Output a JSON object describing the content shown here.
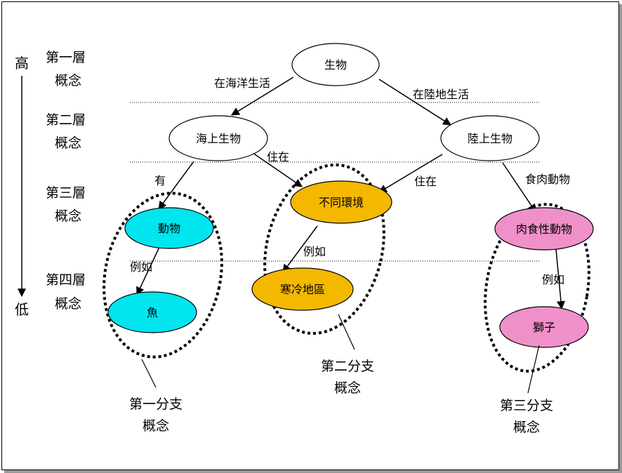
{
  "axis": {
    "high": "高",
    "low": "低"
  },
  "levels": [
    {
      "line1": "第一層",
      "line2": "概念"
    },
    {
      "line1": "第二層",
      "line2": "概念"
    },
    {
      "line1": "第三層",
      "line2": "概念"
    },
    {
      "line1": "第四層",
      "line2": "概念"
    }
  ],
  "nodes": {
    "organism": "生物",
    "marine": "海上生物",
    "land": "陸上生物",
    "animal": "動物",
    "fish": "魚",
    "environment": "不同環境",
    "cold": "寒冷地區",
    "carnivore": "肉食性動物",
    "lion": "獅子"
  },
  "edges": {
    "live_in_ocean": "在海洋生活",
    "live_on_land": "在陸地生活",
    "has": "有",
    "lives_in_1": "住在",
    "lives_in_2": "住在",
    "carnivore_label": "食肉動物",
    "example_1": "例如",
    "example_2": "例如",
    "example_3": "例如"
  },
  "branches": [
    {
      "line1": "第一分支",
      "line2": "概念"
    },
    {
      "line1": "第二分支",
      "line2": "概念"
    },
    {
      "line1": "第三分支",
      "line2": "概念"
    }
  ],
  "colors": {
    "cyan": "#00e5ee",
    "gold": "#f5b800",
    "pink": "#f090c8",
    "white": "#ffffff"
  }
}
